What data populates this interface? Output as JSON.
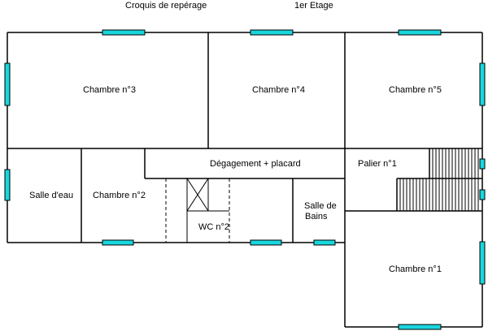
{
  "header": {
    "title": "Croquis de repérage",
    "floor": "1er Etage"
  },
  "rooms": {
    "chambre3": "Chambre n°3",
    "chambre4": "Chambre n°4",
    "chambre5": "Chambre n°5",
    "salle_eau": "Salle d'eau",
    "chambre2": "Chambre n°2",
    "degagement": "Dégagement + placard",
    "palier": "Palier n°1",
    "salle_bains_1": "Salle de",
    "salle_bains_2": "Bains",
    "wc2": "WC n°2",
    "chambre1": "Chambre n°1"
  },
  "colors": {
    "window": "#19d6dd",
    "wall": "#000000"
  }
}
